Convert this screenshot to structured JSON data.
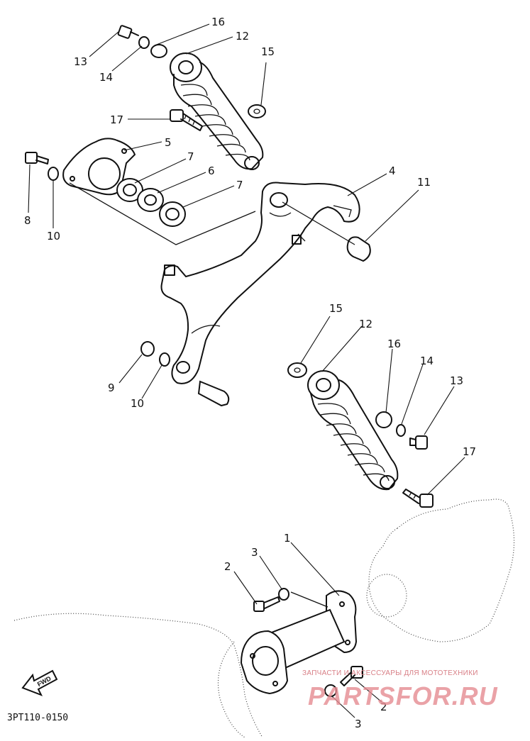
{
  "diagram": {
    "code": "3PT110-0150",
    "fwd_label": "FWD",
    "watermark": {
      "tagline": "ЗАПЧАСТИ И АКСЕССУАРЫ ДЛЯ МОТОТЕХНИКИ",
      "brand": "PARTSFOR.RU"
    },
    "callouts": [
      "16",
      "12",
      "13",
      "14",
      "15",
      "17",
      "5",
      "7",
      "6",
      "7",
      "4",
      "11",
      "8",
      "10",
      "15",
      "12",
      "16",
      "14",
      "13",
      "9",
      "10",
      "17",
      "1",
      "3",
      "2",
      "2",
      "3"
    ]
  }
}
